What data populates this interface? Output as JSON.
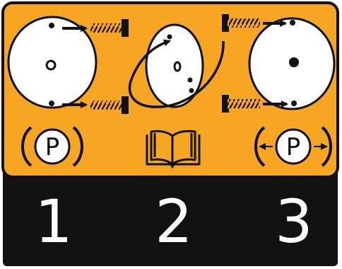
{
  "label": {
    "colors": {
      "panel_orange": "#f6a623",
      "outline_black": "#111111",
      "disc_white": "#ffffff",
      "number_white": "#ffffff"
    },
    "symbols": {
      "left": {
        "icon": "parking-brake-applied",
        "letter": "P"
      },
      "center": {
        "icon": "read-manual-book"
      },
      "right": {
        "icon": "parking-brake-released",
        "letter": "P"
      }
    },
    "steps": [
      {
        "number": "1"
      },
      {
        "number": "2"
      },
      {
        "number": "3"
      }
    ]
  }
}
